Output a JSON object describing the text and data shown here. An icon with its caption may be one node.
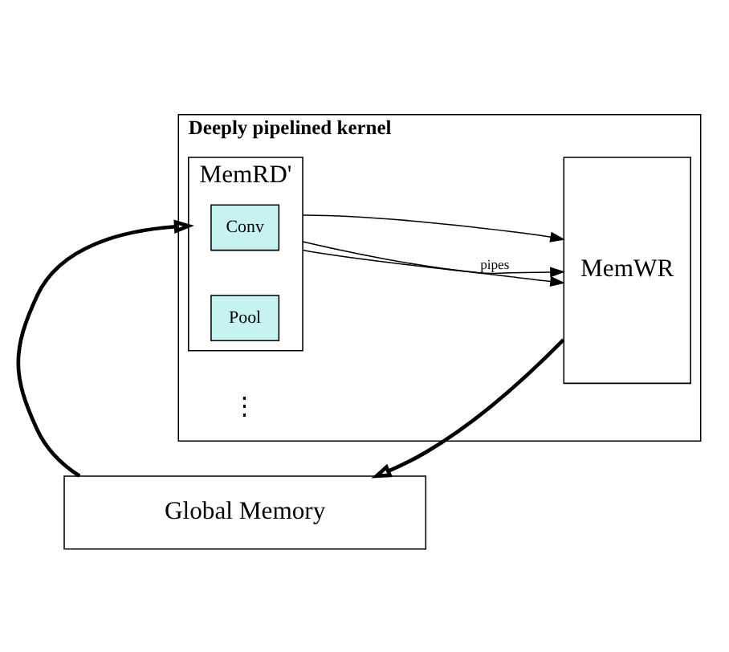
{
  "diagram": {
    "nodes": [
      {
        "text": [
          "Deeply pipelined kernel"
        ]
      },
      {
        "text": [
          "MemRD'"
        ],
        "in": 0
      },
      {
        "text": [
          "Conv"
        ],
        "in": 1
      },
      {
        "text": [
          "Pool"
        ],
        "in": 1
      },
      {
        "text": [
          "MemWR"
        ],
        "in": 0
      },
      {
        "text": [
          "Global Memory"
        ]
      }
    ],
    "edges": [
      {
        "from": 1,
        "to": 4,
        "arrow": "to",
        "label": "pipes"
      },
      {
        "from": 1,
        "to": 4,
        "arrow": "to"
      },
      {
        "from": 1,
        "to": 4,
        "arrow": "to"
      },
      {
        "from": 5,
        "to": 1,
        "arrow": "to",
        "style": "thick"
      },
      {
        "from": 4,
        "to": 5,
        "arrow": "to",
        "style": "thick"
      }
    ],
    "labels": [
      "⋮"
    ]
  }
}
